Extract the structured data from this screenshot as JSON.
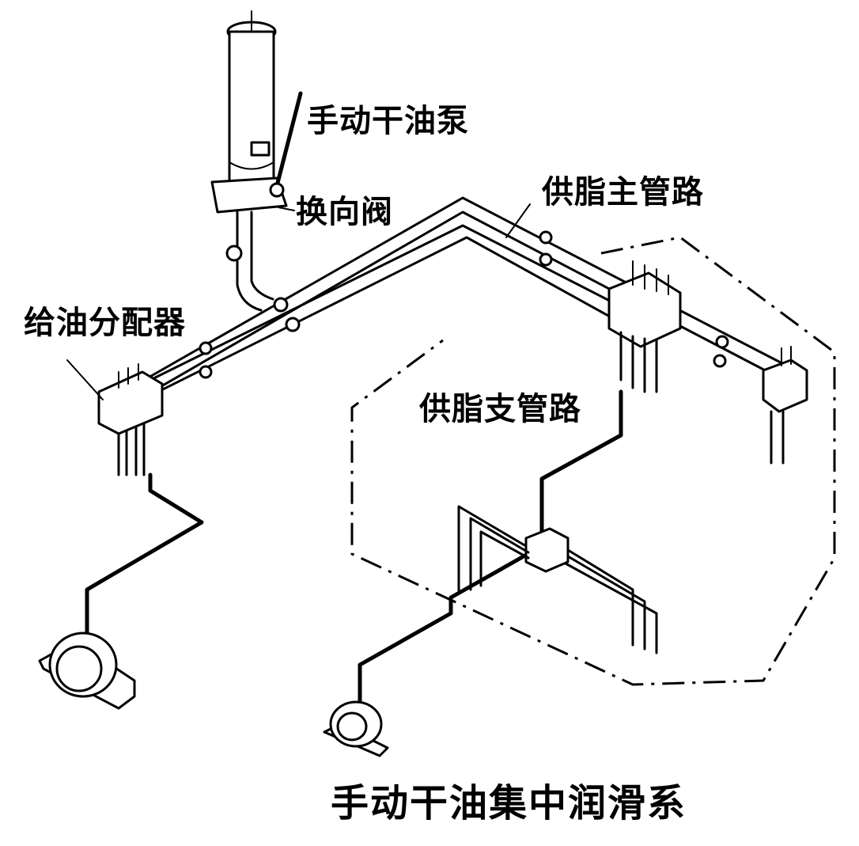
{
  "diagram": {
    "title": "手动干油集中润滑系",
    "labels": {
      "manual_pump": "手动干油泵",
      "reversing_valve": "换向阀",
      "main_supply_line": "供脂主管路",
      "oil_distributor": "给油分配器",
      "branch_supply_line": "供脂支管路"
    },
    "colors": {
      "ink": "#000000",
      "background": "#ffffff"
    }
  }
}
